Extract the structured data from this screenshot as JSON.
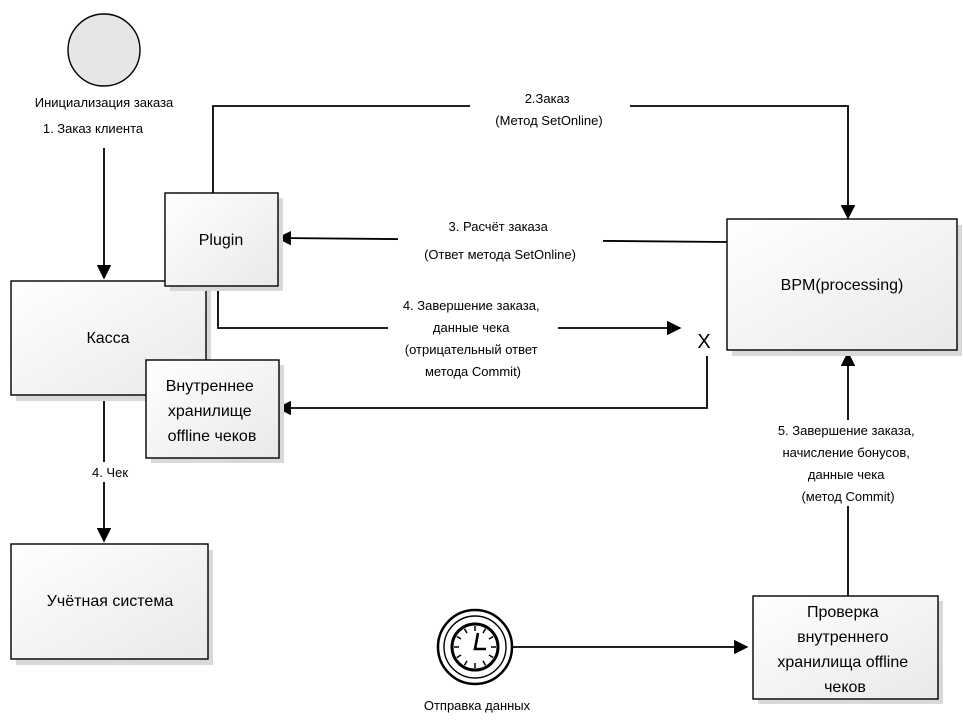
{
  "nodes": {
    "start_event": {
      "label": "Инициализация заказа"
    },
    "kassa": {
      "label": "Касса"
    },
    "plugin": {
      "label": "Plugin"
    },
    "storage": {
      "lines": [
        "Внутреннее",
        "хранилище",
        "offline чеков"
      ]
    },
    "accounting": {
      "label": "Учётная система"
    },
    "bpm": {
      "label": "BPM(processing)"
    },
    "check": {
      "lines": [
        "Проверка",
        "внутреннего",
        "хранилища offline",
        "чеков"
      ]
    },
    "timer": {
      "label": "Отправка данных",
      "icon": "clock-icon"
    },
    "gateway": {
      "label": "X"
    }
  },
  "edges": {
    "e1": {
      "lines": [
        "1. Заказ клиента"
      ]
    },
    "e2": {
      "lines": [
        "2.Заказ",
        "(Метод SetOnline)"
      ]
    },
    "e3": {
      "lines": [
        "3. Расчёт заказа",
        "(Ответ метода SetOnline)"
      ]
    },
    "e4": {
      "lines": [
        "4. Завершение заказа,",
        "данные чека",
        "(отрицательный ответ",
        "метода Commit)"
      ]
    },
    "e4b": {
      "lines": [
        "4. Чек"
      ]
    },
    "e5": {
      "lines": [
        "5. Завершение заказа,",
        "начисление бонусов,",
        "данные чека",
        "(метод Commit)"
      ]
    }
  }
}
